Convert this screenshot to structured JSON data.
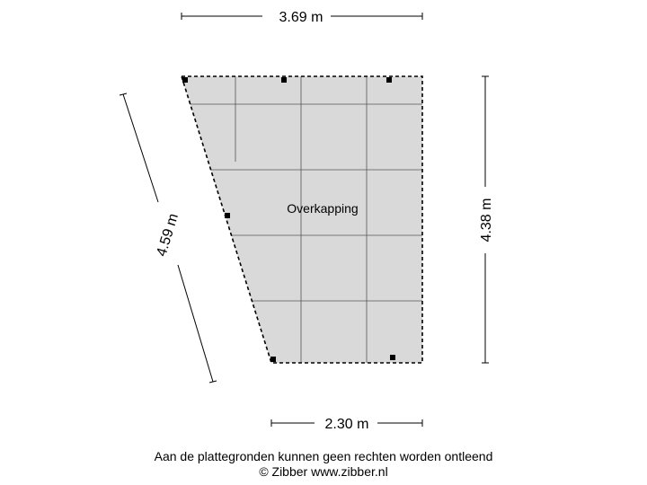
{
  "dimensions": {
    "top": "3.69 m",
    "bottom": "2.30 m",
    "right": "4.38 m",
    "left": "4.59 m"
  },
  "room": {
    "name": "Overkapping",
    "fill_color": "#d9d9d9"
  },
  "footer": {
    "disclaimer": "Aan de plattegronden kunnen geen rechten worden ontleend",
    "copyright": "© Zibber www.zibber.nl"
  }
}
